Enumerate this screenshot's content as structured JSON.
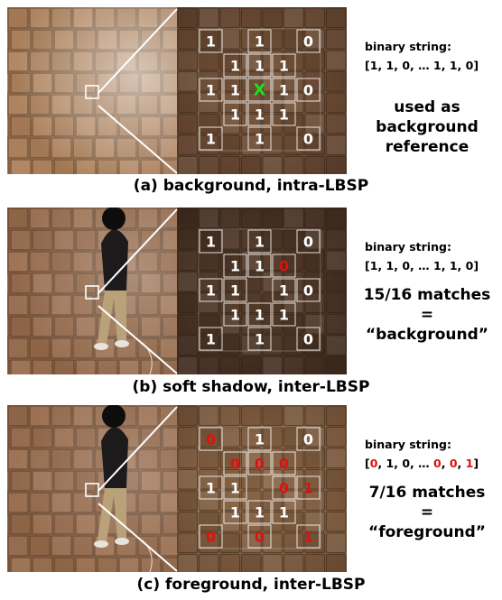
{
  "panels": [
    {
      "id": "a",
      "binary_label": "binary string:",
      "binary_parts": [
        {
          "t": "[",
          "c": "k"
        },
        {
          "t": "1",
          "c": "k"
        },
        {
          "t": ", ",
          "c": "k"
        },
        {
          "t": "1",
          "c": "k"
        },
        {
          "t": ", ",
          "c": "k"
        },
        {
          "t": "0",
          "c": "k"
        },
        {
          "t": ", … ",
          "c": "k"
        },
        {
          "t": "1",
          "c": "k"
        },
        {
          "t": ", ",
          "c": "k"
        },
        {
          "t": "1",
          "c": "k"
        },
        {
          "t": ", ",
          "c": "k"
        },
        {
          "t": "0",
          "c": "k"
        },
        {
          "t": "]",
          "c": "k"
        }
      ],
      "desc_lines": [
        "used as",
        "background",
        "reference"
      ],
      "caption": "(a) background, intra-LBSP",
      "grid": [
        {
          "r": 0,
          "c": 0,
          "v": "1",
          "col": "w"
        },
        {
          "r": 0,
          "c": 2,
          "v": "1",
          "col": "w"
        },
        {
          "r": 0,
          "c": 4,
          "v": "0",
          "col": "w"
        },
        {
          "r": 1,
          "c": 1,
          "v": "1",
          "col": "w"
        },
        {
          "r": 1,
          "c": 2,
          "v": "1",
          "col": "w"
        },
        {
          "r": 1,
          "c": 3,
          "v": "1",
          "col": "w"
        },
        {
          "r": 2,
          "c": 0,
          "v": "1",
          "col": "w"
        },
        {
          "r": 2,
          "c": 1,
          "v": "1",
          "col": "w"
        },
        {
          "r": 2,
          "c": 2,
          "v": "X",
          "col": "g"
        },
        {
          "r": 2,
          "c": 3,
          "v": "1",
          "col": "w"
        },
        {
          "r": 2,
          "c": 4,
          "v": "0",
          "col": "w"
        },
        {
          "r": 3,
          "c": 1,
          "v": "1",
          "col": "w"
        },
        {
          "r": 3,
          "c": 2,
          "v": "1",
          "col": "w"
        },
        {
          "r": 3,
          "c": 3,
          "v": "1",
          "col": "w"
        },
        {
          "r": 4,
          "c": 0,
          "v": "1",
          "col": "w"
        },
        {
          "r": 4,
          "c": 2,
          "v": "1",
          "col": "w"
        },
        {
          "r": 4,
          "c": 4,
          "v": "0",
          "col": "w"
        }
      ]
    },
    {
      "id": "b",
      "binary_label": "binary string:",
      "binary_parts": [
        {
          "t": "[",
          "c": "k"
        },
        {
          "t": "1",
          "c": "k"
        },
        {
          "t": ", ",
          "c": "k"
        },
        {
          "t": "1",
          "c": "k"
        },
        {
          "t": ", ",
          "c": "k"
        },
        {
          "t": "0",
          "c": "k"
        },
        {
          "t": ", … ",
          "c": "k"
        },
        {
          "t": "1",
          "c": "k"
        },
        {
          "t": ", ",
          "c": "k"
        },
        {
          "t": "1",
          "c": "k"
        },
        {
          "t": ", ",
          "c": "k"
        },
        {
          "t": "0",
          "c": "k"
        },
        {
          "t": "]",
          "c": "k"
        }
      ],
      "desc_lines": [
        "15/16 matches",
        "=",
        "“background”"
      ],
      "caption": "(b) soft shadow, inter-LBSP",
      "grid": [
        {
          "r": 0,
          "c": 0,
          "v": "1",
          "col": "w"
        },
        {
          "r": 0,
          "c": 2,
          "v": "1",
          "col": "w"
        },
        {
          "r": 0,
          "c": 4,
          "v": "0",
          "col": "w"
        },
        {
          "r": 1,
          "c": 1,
          "v": "1",
          "col": "w"
        },
        {
          "r": 1,
          "c": 2,
          "v": "1",
          "col": "w"
        },
        {
          "r": 1,
          "c": 3,
          "v": "0",
          "col": "r"
        },
        {
          "r": 2,
          "c": 0,
          "v": "1",
          "col": "w"
        },
        {
          "r": 2,
          "c": 1,
          "v": "1",
          "col": "w"
        },
        {
          "r": 2,
          "c": 3,
          "v": "1",
          "col": "w"
        },
        {
          "r": 2,
          "c": 4,
          "v": "0",
          "col": "w"
        },
        {
          "r": 3,
          "c": 1,
          "v": "1",
          "col": "w"
        },
        {
          "r": 3,
          "c": 2,
          "v": "1",
          "col": "w"
        },
        {
          "r": 3,
          "c": 3,
          "v": "1",
          "col": "w"
        },
        {
          "r": 4,
          "c": 0,
          "v": "1",
          "col": "w"
        },
        {
          "r": 4,
          "c": 2,
          "v": "1",
          "col": "w"
        },
        {
          "r": 4,
          "c": 4,
          "v": "0",
          "col": "w"
        }
      ]
    },
    {
      "id": "c",
      "binary_label": "binary string:",
      "binary_parts": [
        {
          "t": "[",
          "c": "k"
        },
        {
          "t": "0",
          "c": "r"
        },
        {
          "t": ", ",
          "c": "k"
        },
        {
          "t": "1",
          "c": "k"
        },
        {
          "t": ", ",
          "c": "k"
        },
        {
          "t": "0",
          "c": "k"
        },
        {
          "t": ", … ",
          "c": "k"
        },
        {
          "t": "0",
          "c": "r"
        },
        {
          "t": ", ",
          "c": "k"
        },
        {
          "t": "0",
          "c": "r"
        },
        {
          "t": ", ",
          "c": "k"
        },
        {
          "t": "1",
          "c": "r"
        },
        {
          "t": "]",
          "c": "k"
        }
      ],
      "desc_lines": [
        "7/16 matches",
        "=",
        "“foreground”"
      ],
      "caption": "(c) foreground, inter-LBSP",
      "grid": [
        {
          "r": 0,
          "c": 0,
          "v": "0",
          "col": "r"
        },
        {
          "r": 0,
          "c": 2,
          "v": "1",
          "col": "w"
        },
        {
          "r": 0,
          "c": 4,
          "v": "0",
          "col": "w"
        },
        {
          "r": 1,
          "c": 1,
          "v": "0",
          "col": "r"
        },
        {
          "r": 1,
          "c": 2,
          "v": "0",
          "col": "r"
        },
        {
          "r": 1,
          "c": 3,
          "v": "0",
          "col": "r"
        },
        {
          "r": 2,
          "c": 0,
          "v": "1",
          "col": "w"
        },
        {
          "r": 2,
          "c": 1,
          "v": "1",
          "col": "w"
        },
        {
          "r": 2,
          "c": 3,
          "v": "0",
          "col": "r"
        },
        {
          "r": 2,
          "c": 4,
          "v": "1",
          "col": "r"
        },
        {
          "r": 3,
          "c": 1,
          "v": "1",
          "col": "w"
        },
        {
          "r": 3,
          "c": 2,
          "v": "1",
          "col": "w"
        },
        {
          "r": 3,
          "c": 3,
          "v": "1",
          "col": "w"
        },
        {
          "r": 4,
          "c": 0,
          "v": "0",
          "col": "r"
        },
        {
          "r": 4,
          "c": 2,
          "v": "0",
          "col": "r"
        },
        {
          "r": 4,
          "c": 4,
          "v": "1",
          "col": "r"
        }
      ]
    }
  ],
  "colors": {
    "w": "#ffffff",
    "g": "#22dd22",
    "r": "#e01010",
    "k": "#000000"
  }
}
